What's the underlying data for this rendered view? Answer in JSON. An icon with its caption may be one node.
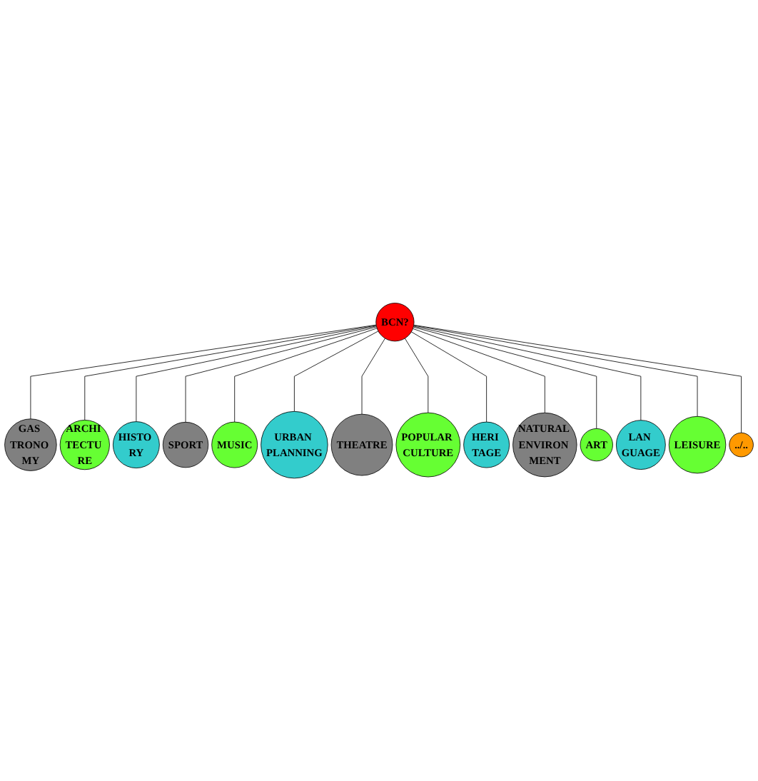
{
  "diagram": {
    "nodes": [
      {
        "text": [
          "BCN?"
        ]
      },
      {
        "text": [
          "GAS TRONO MY"
        ]
      },
      {
        "text": [
          "ARCHI TECTU RE"
        ]
      },
      {
        "text": [
          "HISTO RY"
        ]
      },
      {
        "text": [
          "SPORT"
        ]
      },
      {
        "text": [
          "MUSIC"
        ]
      },
      {
        "text": [
          "URBAN PLANNING"
        ]
      },
      {
        "text": [
          "THEATRE"
        ]
      },
      {
        "text": [
          "POPULAR CULTURE"
        ]
      },
      {
        "text": [
          "HERI TAGE"
        ]
      },
      {
        "text": [
          "NATURAL ENVIRON MENT"
        ]
      },
      {
        "text": [
          "ART"
        ]
      },
      {
        "text": [
          "LAN GUAGE"
        ]
      },
      {
        "text": [
          "LEISURE"
        ]
      },
      {
        "text": [
          "../.."
        ]
      }
    ],
    "edges": [
      {
        "from": 0,
        "to": 1,
        "arrow": "none"
      },
      {
        "from": 0,
        "to": 2,
        "arrow": "none"
      },
      {
        "from": 0,
        "to": 3,
        "arrow": "none"
      },
      {
        "from": 0,
        "to": 4,
        "arrow": "none"
      },
      {
        "from": 0,
        "to": 5,
        "arrow": "none"
      },
      {
        "from": 0,
        "to": 6,
        "arrow": "none"
      },
      {
        "from": 0,
        "to": 7,
        "arrow": "none"
      },
      {
        "from": 0,
        "to": 8,
        "arrow": "none"
      },
      {
        "from": 0,
        "to": 9,
        "arrow": "none"
      },
      {
        "from": 0,
        "to": 10,
        "arrow": "none"
      },
      {
        "from": 0,
        "to": 11,
        "arrow": "none"
      },
      {
        "from": 0,
        "to": 12,
        "arrow": "none"
      },
      {
        "from": 0,
        "to": 13,
        "arrow": "none"
      },
      {
        "from": 0,
        "to": 14,
        "arrow": "none"
      }
    ]
  }
}
